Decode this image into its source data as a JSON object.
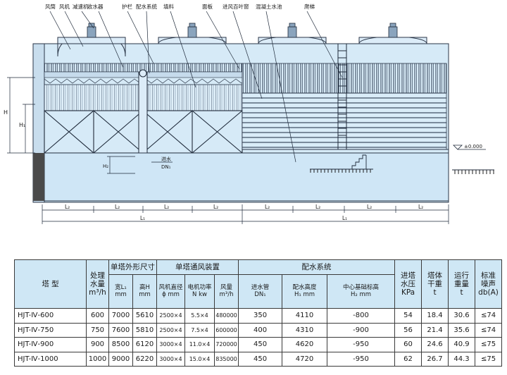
{
  "callouts": [
    "风筒",
    "风机",
    "减速机",
    "收水器",
    "护栏",
    "配水系统",
    "填料",
    "面板",
    "进风百叶窗",
    "混凝土水池",
    "爬梯"
  ],
  "dims": {
    "H": "H",
    "H1": "H₁",
    "H2": "H₂",
    "inlet": "进水",
    "dn": "DN₁",
    "level": "±0.000",
    "L2": "L₂",
    "L1": "L₁"
  },
  "table": {
    "h_model": "塔 型",
    "h_flow": [
      "处理",
      "水量",
      "m³/h"
    ],
    "h_size": "单塔外形尺寸",
    "h_fan": "单塔通风装置",
    "h_water": "配水系统",
    "h_press": [
      "进塔",
      "水压",
      "KPa"
    ],
    "h_dry": [
      "塔体",
      "干重",
      "t"
    ],
    "h_run": [
      "运行",
      "重量",
      "t"
    ],
    "h_noise": [
      "标准",
      "噪声",
      "db(A)"
    ],
    "s_width": [
      "宽L₁",
      "mm"
    ],
    "s_height": [
      "高H",
      "mm"
    ],
    "s_dia": [
      "风机直径",
      "ϕ mm"
    ],
    "s_power": [
      "电机功率",
      "N  kw"
    ],
    "s_air": [
      "风量",
      "m³/h"
    ],
    "s_pipe": [
      "进水管",
      "DN₁"
    ],
    "s_wh": [
      "配水高度",
      "H₁ mm"
    ],
    "s_base": [
      "中心基础标高",
      "H₂ mm"
    ],
    "rows": [
      [
        "HJT-Ⅳ-600",
        "600",
        "7000",
        "5610",
        "2500×4",
        "5.5×4",
        "480000",
        "350",
        "4110",
        "-800",
        "54",
        "18.4",
        "30.6",
        "≤74"
      ],
      [
        "HJT-Ⅳ-750",
        "750",
        "7600",
        "5810",
        "2500×4",
        "7.5×4",
        "600000",
        "400",
        "4310",
        "-900",
        "56",
        "21.4",
        "35.6",
        "≤74"
      ],
      [
        "HJT-Ⅳ-900",
        "900",
        "8500",
        "6120",
        "3000×4",
        "11.0×4",
        "720000",
        "450",
        "4620",
        "-950",
        "60",
        "24.6",
        "40.9",
        "≤75"
      ],
      [
        "HJT-Ⅳ-1000",
        "1000",
        "9000",
        "6220",
        "3000×4",
        "15.0×4",
        "835000",
        "450",
        "4720",
        "-950",
        "62",
        "26.7",
        "44.3",
        "≤75"
      ]
    ]
  }
}
